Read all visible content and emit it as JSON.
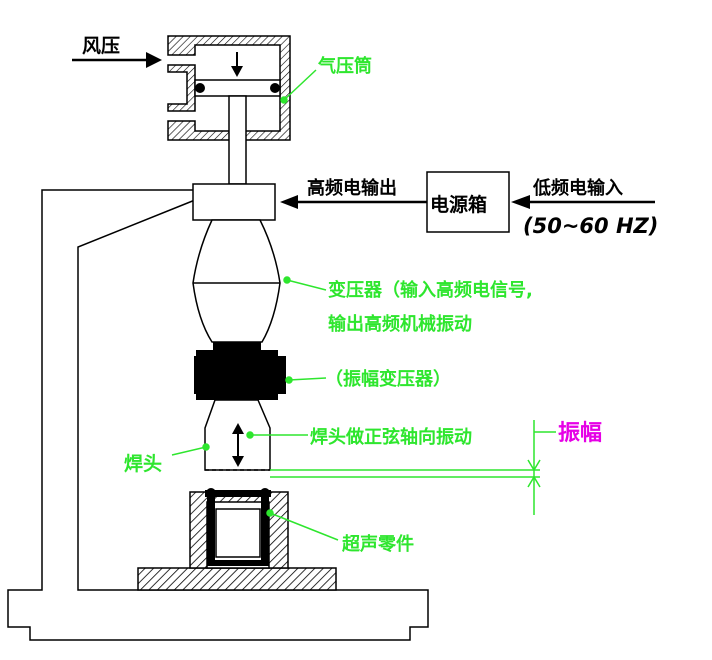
{
  "colors": {
    "line": "#000000",
    "label": "#2ee62e",
    "amplitude": "#e600e6",
    "hatch": "#000000",
    "fill_dark": "#000000"
  },
  "labels": {
    "wind_pressure": "风压",
    "air_cylinder": "气压筒",
    "hf_output": "高频电输出",
    "power_box": "电源箱",
    "lf_input": "低频电输入",
    "frequency": "(50~60 HZ)",
    "transformer_line1": "变压器（输入高频电信号,",
    "transformer_line2": "输出高频机械振动",
    "amplitude_transformer": "（振幅变压器）",
    "horn_vibration": "焊头做正弦轴向振动",
    "amplitude": "振幅",
    "horn": "焊头",
    "ultrasonic_part": "超声零件"
  }
}
